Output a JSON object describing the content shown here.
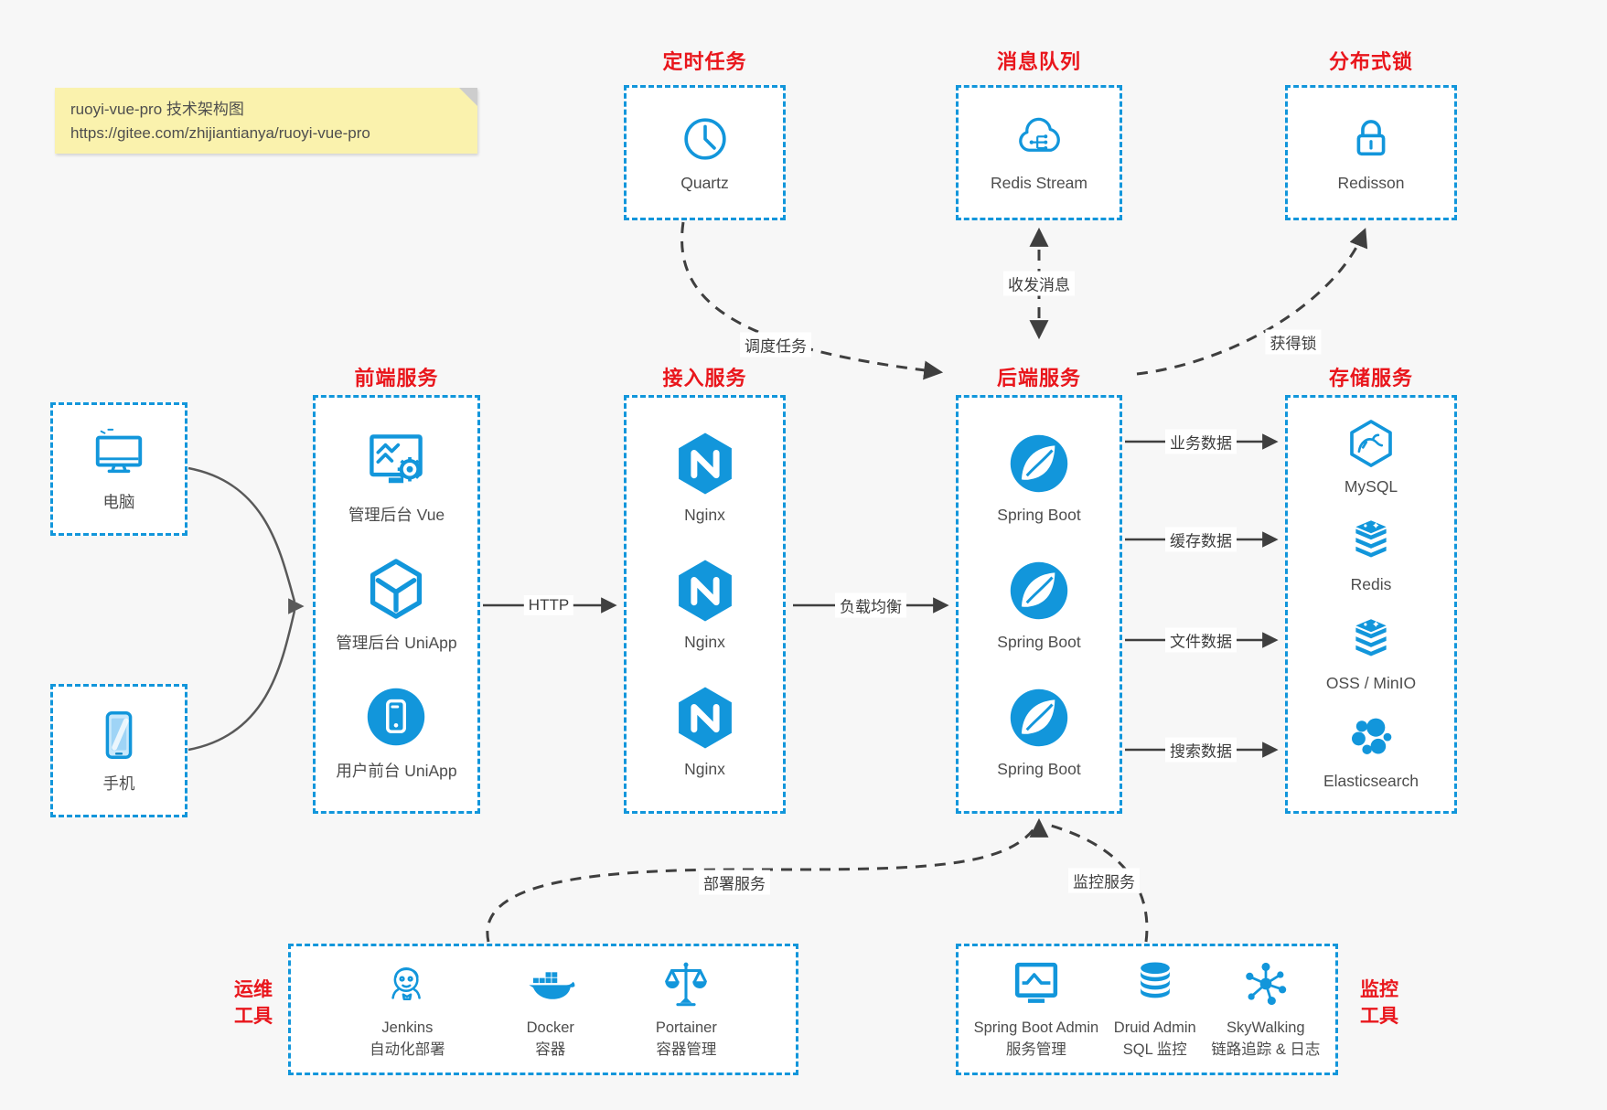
{
  "note": {
    "line1": "ruoyi-vue-pro 技术架构图",
    "line2": "https://gitee.com/zhijiantianya/ruoyi-vue-pro"
  },
  "colors": {
    "accent_blue": "#1296db",
    "title_red": "#e9161c",
    "canvas_bg": "#f7f7f7",
    "box_bg": "#ffffff",
    "note_bg": "#faf2ad",
    "arrow_dark": "#3f3f3f",
    "device_arrow_gray": "#595959"
  },
  "devices": {
    "items": [
      {
        "icon": "desktop-icon",
        "label": "电脑"
      },
      {
        "icon": "smartphone-icon",
        "label": "手机"
      }
    ]
  },
  "top_groups": [
    {
      "title": "定时任务",
      "items": [
        {
          "icon": "clock-icon",
          "label": "Quartz"
        }
      ]
    },
    {
      "title": "消息队列",
      "items": [
        {
          "icon": "cloud-network-icon",
          "label": "Redis Stream"
        }
      ]
    },
    {
      "title": "分布式锁",
      "items": [
        {
          "icon": "lock-icon",
          "label": "Redisson"
        }
      ]
    }
  ],
  "main_groups": [
    {
      "title": "前端服务",
      "items": [
        {
          "icon": "admin-vue-icon",
          "label": "管理后台 Vue"
        },
        {
          "icon": "uniapp-cube-icon",
          "label": "管理后台 UniApp"
        },
        {
          "icon": "user-app-icon",
          "label": "用户前台 UniApp"
        }
      ]
    },
    {
      "title": "接入服务",
      "items": [
        {
          "icon": "nginx-icon",
          "label": "Nginx"
        },
        {
          "icon": "nginx-icon",
          "label": "Nginx"
        },
        {
          "icon": "nginx-icon",
          "label": "Nginx"
        }
      ]
    },
    {
      "title": "后端服务",
      "items": [
        {
          "icon": "spring-boot-icon",
          "label": "Spring Boot"
        },
        {
          "icon": "spring-boot-icon",
          "label": "Spring Boot"
        },
        {
          "icon": "spring-boot-icon",
          "label": "Spring Boot"
        }
      ]
    },
    {
      "title": "存储服务",
      "items": [
        {
          "icon": "mysql-icon",
          "label": "MySQL"
        },
        {
          "icon": "redis-icon",
          "label": "Redis"
        },
        {
          "icon": "oss-minio-icon",
          "label": "OSS / MinIO"
        },
        {
          "icon": "elasticsearch-icon",
          "label": "Elasticsearch"
        }
      ]
    }
  ],
  "bottom_groups": [
    {
      "side_label_line1": "运维",
      "side_label_line2": "工具",
      "items": [
        {
          "icon": "jenkins-icon",
          "label": "Jenkins",
          "sublabel": "自动化部署"
        },
        {
          "icon": "docker-icon",
          "label": "Docker",
          "sublabel": "容器"
        },
        {
          "icon": "portainer-icon",
          "label": "Portainer",
          "sublabel": "容器管理"
        }
      ]
    },
    {
      "side_label_line1": "监控",
      "side_label_line2": "工具",
      "items": [
        {
          "icon": "spring-boot-admin-icon",
          "label": "Spring Boot Admin",
          "sublabel": "服务管理"
        },
        {
          "icon": "druid-icon",
          "label": "Druid Admin",
          "sublabel": "SQL 监控"
        },
        {
          "icon": "skywalking-icon",
          "label": "SkyWalking",
          "sublabel": "链路追踪 & 日志"
        }
      ]
    }
  ],
  "edge_labels": {
    "http": "HTTP",
    "load_balance": "负载均衡",
    "schedule_task": "调度任务",
    "send_receive_message": "收发消息",
    "acquire_lock": "获得锁",
    "business_data": "业务数据",
    "cache_data": "缓存数据",
    "file_data": "文件数据",
    "search_data": "搜索数据",
    "deploy_service": "部署服务",
    "monitor_service": "监控服务"
  }
}
